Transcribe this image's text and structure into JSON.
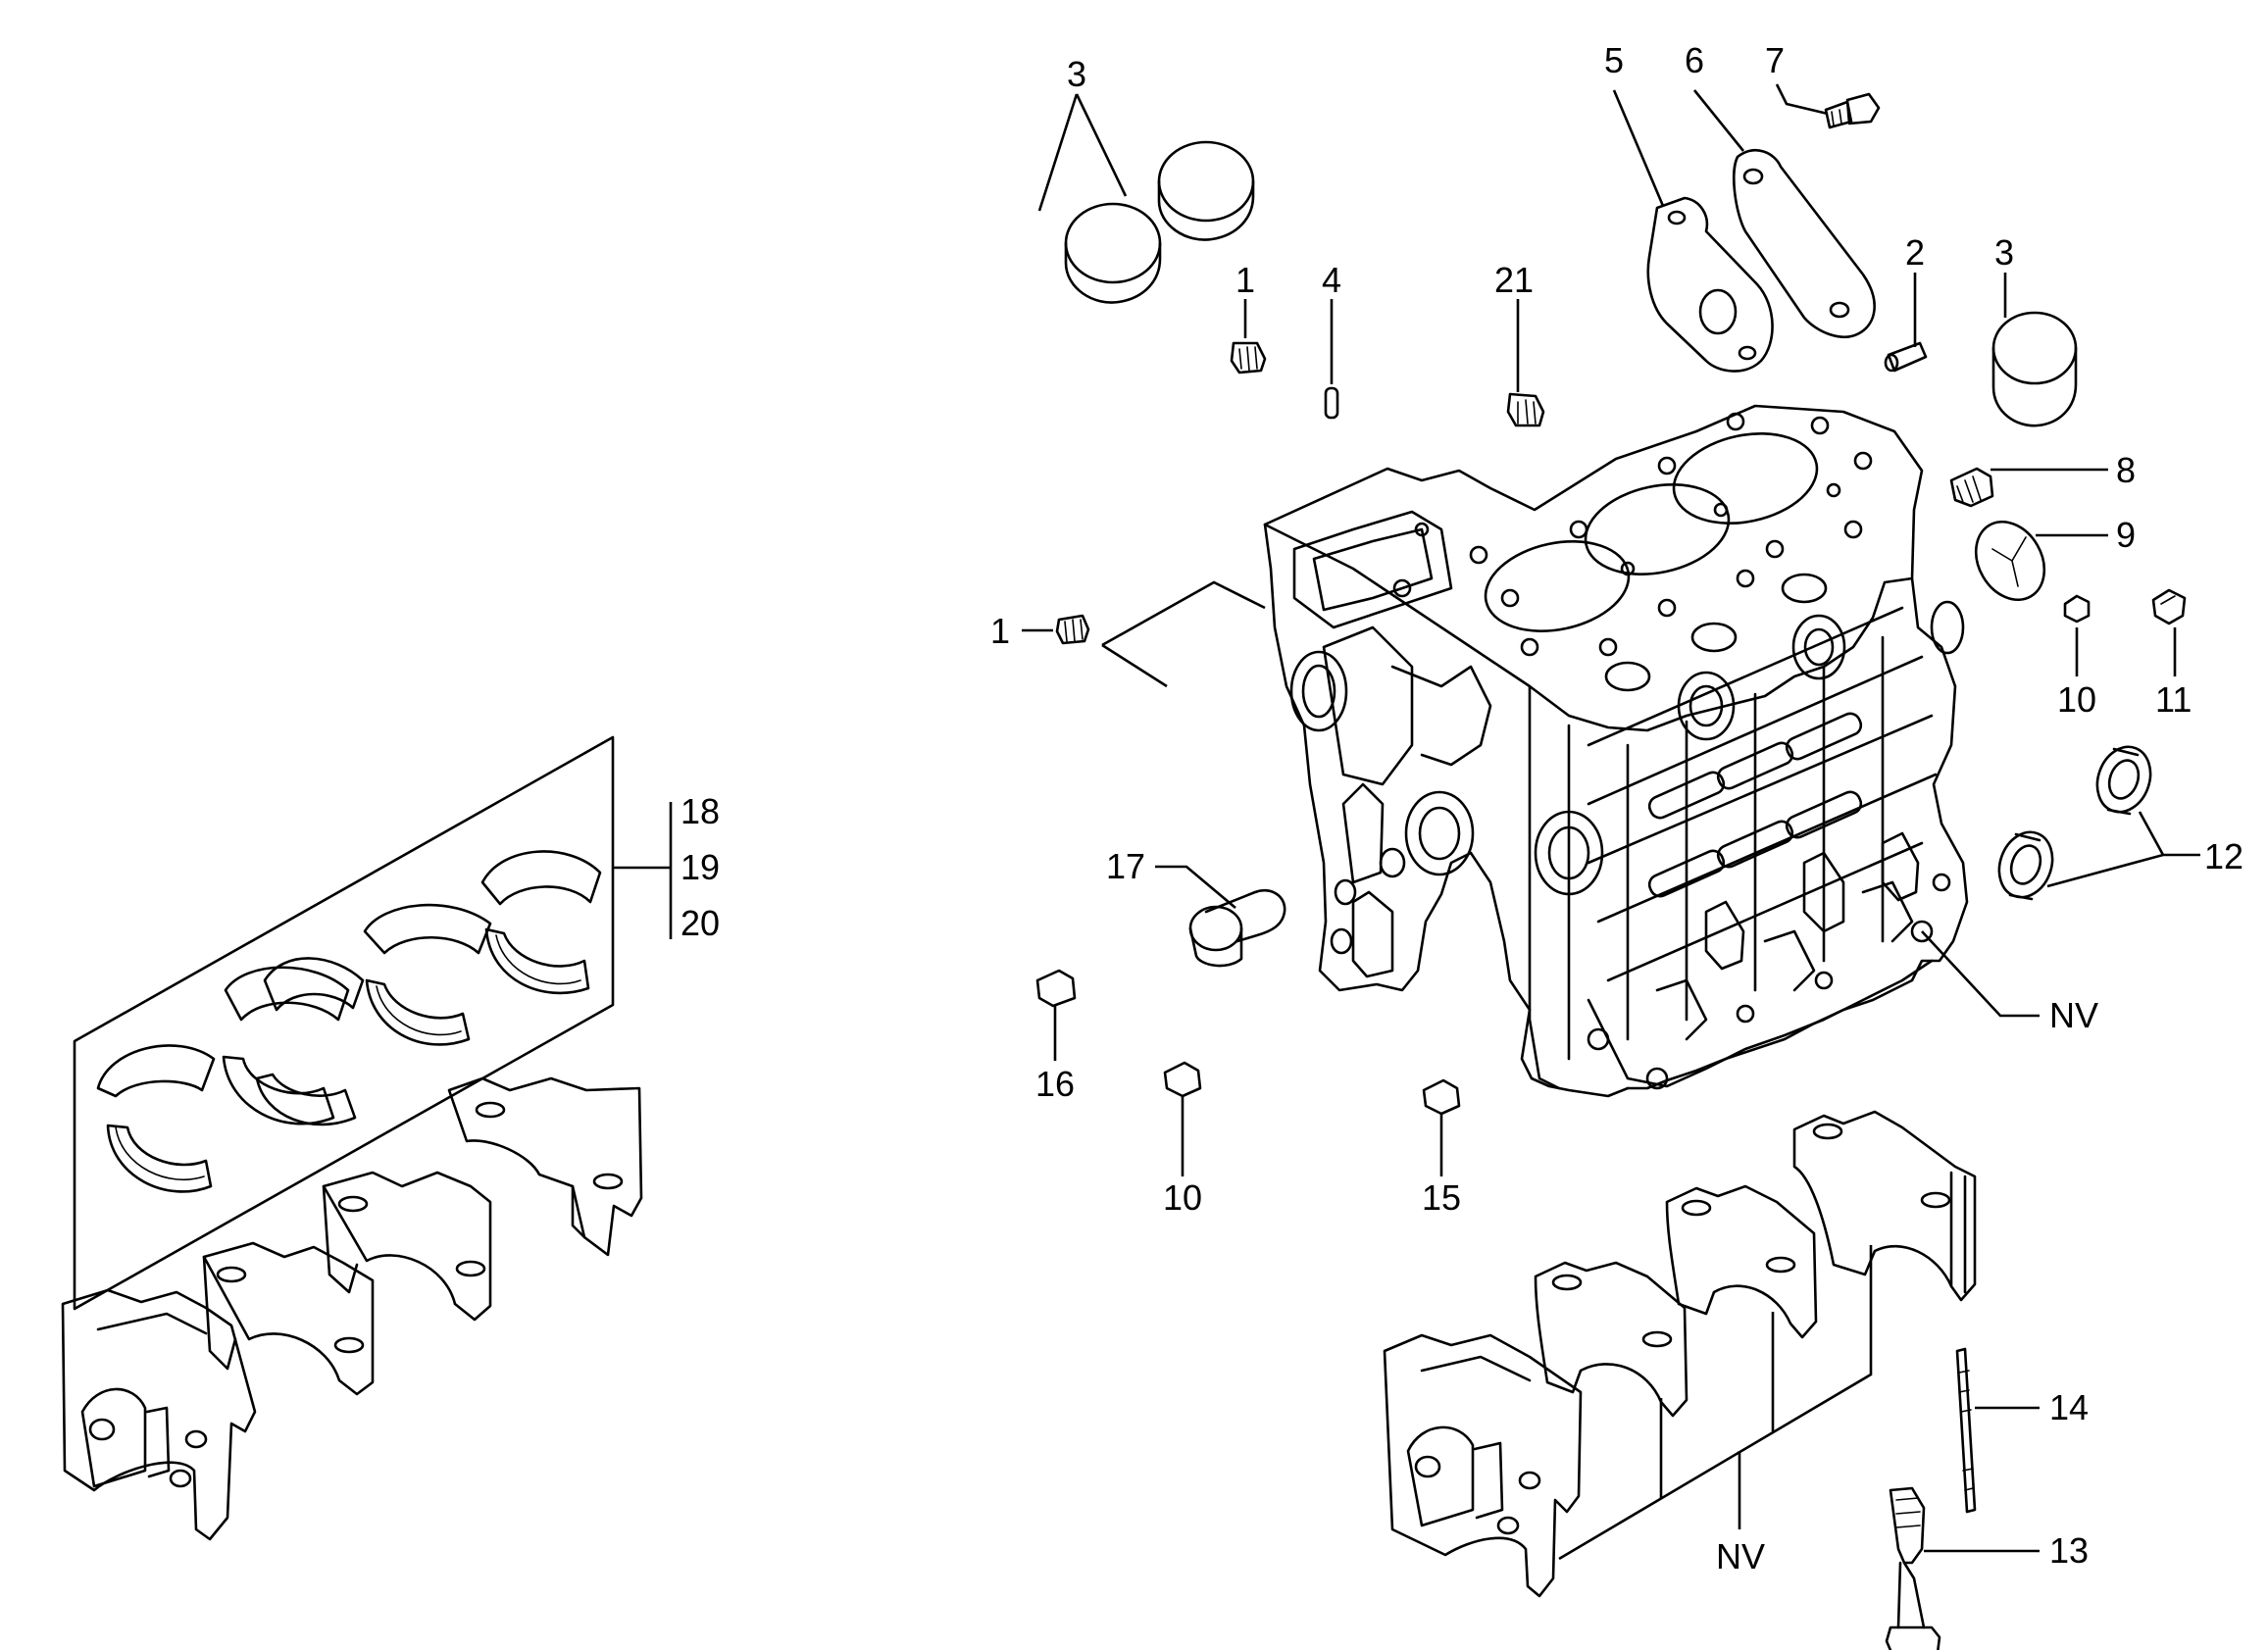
{
  "callouts": {
    "c1_top": "1",
    "c1_left": "1",
    "c2": "2",
    "c3_pair": "3",
    "c3_right": "3",
    "c4": "4",
    "c5": "5",
    "c6": "6",
    "c7": "7",
    "c8": "8",
    "c9": "9",
    "c10_right": "10",
    "c10_bottom": "10",
    "c11": "11",
    "c12": "12",
    "c13": "13",
    "c14": "14",
    "c15": "15",
    "c16": "16",
    "c17": "17",
    "c18": "18",
    "c19": "19",
    "c20": "20",
    "c21": "21",
    "nv_block": "NV",
    "nv_caps": "NV"
  },
  "colors": {
    "line": "#000000",
    "background": "#ffffff"
  }
}
